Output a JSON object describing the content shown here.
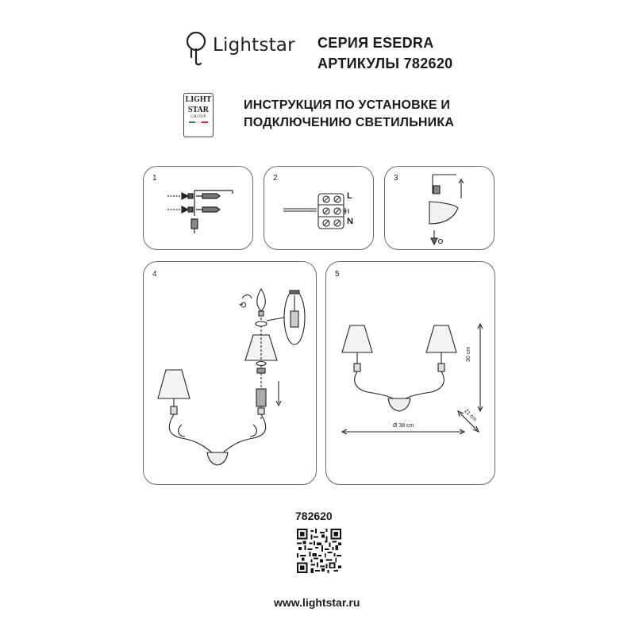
{
  "header": {
    "brand_name": "Lightstar",
    "series": "СЕРИЯ ESEDRA",
    "articles": "АРТИКУЛЫ 782620",
    "group_logo": {
      "line1": "LIGHT",
      "line2": "STAR",
      "line3": "GROUP",
      "stripe_colors": [
        "#2e8b3e",
        "#ffffff",
        "#d0282c"
      ]
    },
    "instruction_line1": "ИНСТРУКЦИЯ ПО УСТАНОВКЕ И",
    "instruction_line2": "ПОДКЛЮЧЕНИЮ СВЕТИЛЬНИКА"
  },
  "panels": [
    {
      "number": "1"
    },
    {
      "number": "2",
      "labels": {
        "live": "L",
        "neutral": "N"
      }
    },
    {
      "number": "3"
    },
    {
      "number": "4"
    },
    {
      "number": "5",
      "dimensions": {
        "width": "Ø 38 cm",
        "height": "30 cm",
        "depth": "21 cm"
      }
    }
  ],
  "footer": {
    "article_number": "782620",
    "website": "www.lightstar.ru"
  }
}
